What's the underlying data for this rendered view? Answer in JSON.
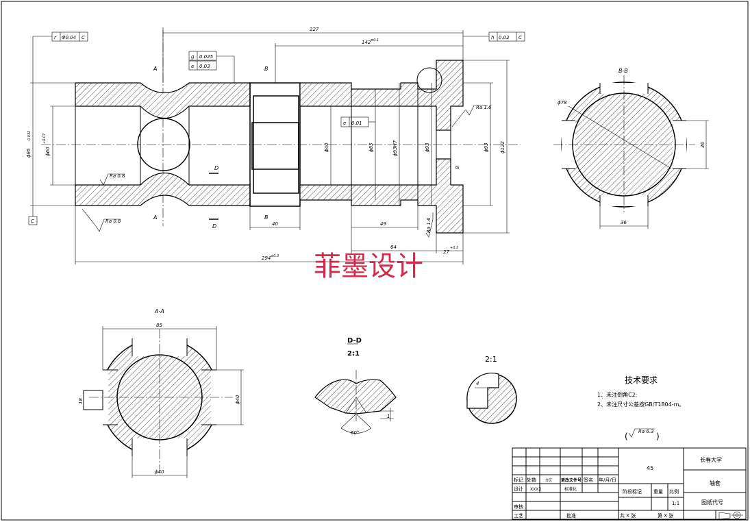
{
  "watermark": "菲墨设计",
  "main_view": {
    "section_labels": [
      "A",
      "A",
      "B",
      "B",
      "D",
      "D"
    ],
    "dims": {
      "overall_top": "227",
      "upper": "142",
      "upper_tol": "±0.1",
      "bottom_overall": "294",
      "bottom_tol": "±0.3",
      "d_left": "ϕ95",
      "d_left_tol": "0.032",
      "d_bore_left": "ϕ60",
      "d_bore_left_tol": "+0.07",
      "d40": "ϕ40",
      "d85": "ϕ85",
      "d93h7": "ϕ93H7",
      "d93": "ϕ93",
      "d93b": "ϕ93",
      "d122": "ϕ122",
      "w40": "40",
      "w49": "49",
      "w64": "64",
      "d8": "8",
      "w27": "27",
      "w27_tol": "+0.1"
    },
    "ra_labels": [
      "Ra 1.6",
      "Ra 0.8",
      "Ra 0.8",
      "Ra 1.6"
    ],
    "tolerance_frames": [
      {
        "sym": "r",
        "val": "Φ0.04",
        "ref": "C"
      },
      {
        "sym": "h",
        "val": "0.02",
        "ref": "C"
      },
      {
        "sym": "g",
        "val": "0.025",
        "ref": ""
      },
      {
        "sym": "e",
        "val": "0.03",
        "ref": ""
      },
      {
        "sym": "e",
        "val": "0.01",
        "ref": ""
      }
    ],
    "datum": "C"
  },
  "section_bb": {
    "title": "B-B",
    "dia": "ϕ78",
    "w_right": "36",
    "w_bottom": "36"
  },
  "section_aa": {
    "title": "A-A",
    "top": "85",
    "right": "ϕ40",
    "bottom": "ϕ40",
    "left": "18"
  },
  "detail_dd": {
    "title": "D-D",
    "scale": "2:1",
    "angle": "60°",
    "depth": "1"
  },
  "detail_2": {
    "scale": "2:1",
    "dim": "4"
  },
  "tech": {
    "title": "技术要求",
    "items": [
      "1、未注倒角C2;",
      "2、未注尺寸公差按GB/T1804-m。"
    ],
    "ra_general": "Ra 6.3"
  },
  "title_block": {
    "material": "45",
    "university": "长春大学",
    "part": "轴套",
    "drawing_code": "图纸代号",
    "h_mark": "标记",
    "h_qty": "处数",
    "h_zone": "分区",
    "h_doc": "更改文件号",
    "h_sign": "签名",
    "h_date": "年/月/日",
    "design": "设计",
    "designer": "XXXX",
    "standard": "标准化",
    "stage": "阶段标记",
    "weight": "重量",
    "scale_h": "比例",
    "scale": "1:1",
    "review": "审核",
    "process": "工艺",
    "approve": "批准",
    "total": "共 X 张",
    "sheet": "第 X 张"
  }
}
